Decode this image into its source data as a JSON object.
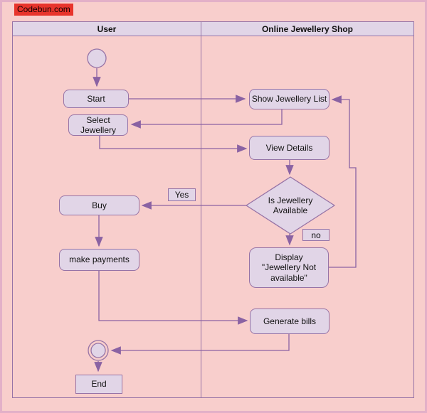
{
  "watermark": {
    "text": "Codebun.com"
  },
  "colors": {
    "background": "#f8cecc",
    "page_border": "#e3b0c8",
    "node_fill": "#e1d5e7",
    "node_border": "#9673a6",
    "connector": "#8a62a3",
    "watermark_bg": "#e8342c",
    "text": "#111111"
  },
  "lanes": {
    "user": {
      "label": "User"
    },
    "shop": {
      "label": "Online Jewellery Shop"
    }
  },
  "nodes": {
    "start": "Start",
    "select_jewellery": "Select\nJewellery",
    "buy": "Buy",
    "make_payments": "make payments",
    "end": "End",
    "show_jewellery_list": "Show Jewellery List",
    "view_details": "View Details",
    "decision": "Is Jewellery\nAvailable",
    "display_unavailable": "Display\n\"Jewellery Not\navailable\"",
    "generate_bills": "Generate bills"
  },
  "edge_labels": {
    "yes": "Yes",
    "no": "no"
  }
}
